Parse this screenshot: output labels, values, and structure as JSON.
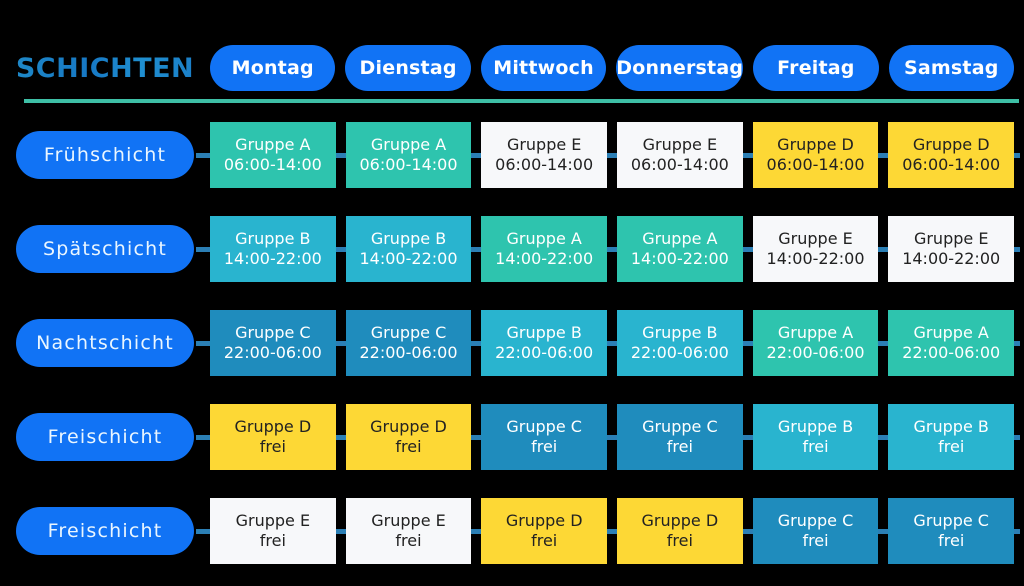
{
  "header": {
    "title": "SCHICHTEN",
    "days": [
      "Montag",
      "Dienstag",
      "Mittwoch",
      "Donnerstag",
      "Freitag",
      "Samstag"
    ]
  },
  "colors": {
    "background": "#000000",
    "day_pill": "#1173f5",
    "shift_pill": "#1173f5",
    "divider": "#3ebfa6",
    "connector": "#2b7fb5",
    "group_a": "#2ec4ae",
    "group_b": "#29b4cf",
    "group_c": "#1f8cbd",
    "group_d": "#fdd835",
    "group_e": "#f7f8fa",
    "title_gradient_from": "#1e88c7",
    "title_gradient_to": "#1b7fc8"
  },
  "rows": [
    {
      "label": "Frühschicht",
      "cells": [
        {
          "group": "Gruppe A",
          "time": "06:00-14:00",
          "color": "c-teal"
        },
        {
          "group": "Gruppe A",
          "time": "06:00-14:00",
          "color": "c-teal"
        },
        {
          "group": "Gruppe E",
          "time": "06:00-14:00",
          "color": "c-white"
        },
        {
          "group": "Gruppe E",
          "time": "06:00-14:00",
          "color": "c-white"
        },
        {
          "group": "Gruppe D",
          "time": "06:00-14:00",
          "color": "c-yellow"
        },
        {
          "group": "Gruppe D",
          "time": "06:00-14:00",
          "color": "c-yellow"
        }
      ]
    },
    {
      "label": "Spätschicht",
      "cells": [
        {
          "group": "Gruppe B",
          "time": "14:00-22:00",
          "color": "c-cyan"
        },
        {
          "group": "Gruppe B",
          "time": "14:00-22:00",
          "color": "c-cyan"
        },
        {
          "group": "Gruppe A",
          "time": "14:00-22:00",
          "color": "c-teal"
        },
        {
          "group": "Gruppe A",
          "time": "14:00-22:00",
          "color": "c-teal"
        },
        {
          "group": "Gruppe E",
          "time": "14:00-22:00",
          "color": "c-white"
        },
        {
          "group": "Gruppe E",
          "time": "14:00-22:00",
          "color": "c-white"
        }
      ]
    },
    {
      "label": "Nachtschicht",
      "cells": [
        {
          "group": "Gruppe C",
          "time": "22:00-06:00",
          "color": "c-blue"
        },
        {
          "group": "Gruppe C",
          "time": "22:00-06:00",
          "color": "c-blue"
        },
        {
          "group": "Gruppe B",
          "time": "22:00-06:00",
          "color": "c-cyan"
        },
        {
          "group": "Gruppe B",
          "time": "22:00-06:00",
          "color": "c-cyan"
        },
        {
          "group": "Gruppe A",
          "time": "22:00-06:00",
          "color": "c-teal"
        },
        {
          "group": "Gruppe A",
          "time": "22:00-06:00",
          "color": "c-teal"
        }
      ]
    },
    {
      "label": "Freischicht",
      "cells": [
        {
          "group": "Gruppe D",
          "time": "frei",
          "color": "c-yellow"
        },
        {
          "group": "Gruppe D",
          "time": "frei",
          "color": "c-yellow"
        },
        {
          "group": "Gruppe C",
          "time": "frei",
          "color": "c-blue"
        },
        {
          "group": "Gruppe C",
          "time": "frei",
          "color": "c-blue"
        },
        {
          "group": "Gruppe B",
          "time": "frei",
          "color": "c-cyan"
        },
        {
          "group": "Gruppe B",
          "time": "frei",
          "color": "c-cyan"
        }
      ]
    },
    {
      "label": "Freischicht",
      "cells": [
        {
          "group": "Gruppe E",
          "time": "frei",
          "color": "c-white"
        },
        {
          "group": "Gruppe E",
          "time": "frei",
          "color": "c-white"
        },
        {
          "group": "Gruppe D",
          "time": "frei",
          "color": "c-yellow"
        },
        {
          "group": "Gruppe D",
          "time": "frei",
          "color": "c-yellow"
        },
        {
          "group": "Gruppe C",
          "time": "frei",
          "color": "c-blue"
        },
        {
          "group": "Gruppe C",
          "time": "frei",
          "color": "c-blue"
        }
      ]
    }
  ]
}
